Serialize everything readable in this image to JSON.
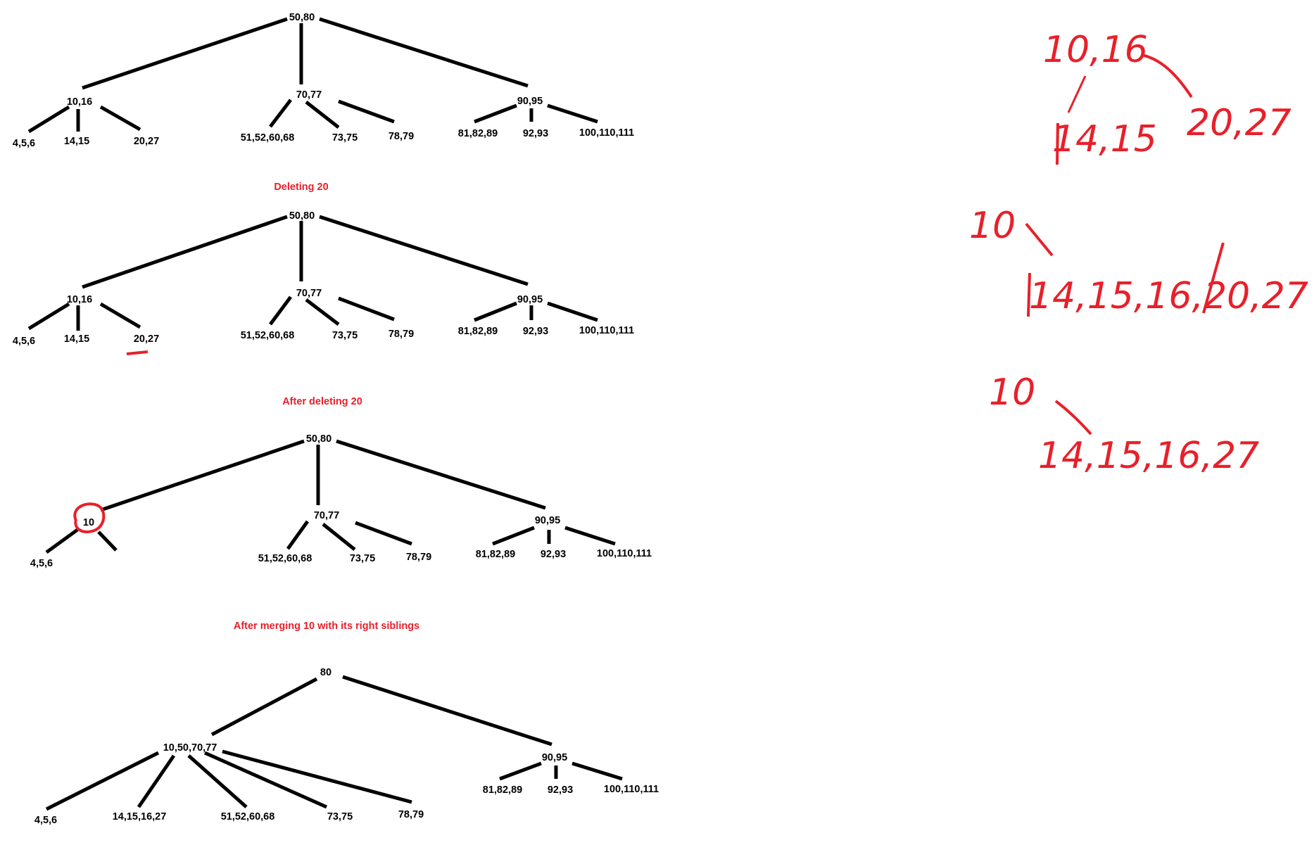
{
  "colors": {
    "edge": "#000000",
    "label": "#000000",
    "caption": "#e8202a",
    "annotation": "#e8202a"
  },
  "trees": [
    {
      "nodes": [
        "50,80",
        "10,16",
        "70,77",
        "90,95",
        "4,5,6",
        "14,15",
        "20,27",
        "51,52,60,68",
        "73,75",
        "78,79",
        "81,82,89",
        "92,93",
        "100,110,111"
      ]
    },
    {
      "caption": "Deleting 20",
      "nodes": [
        "50,80",
        "10,16",
        "70,77",
        "90,95",
        "4,5,6",
        "14,15",
        "20,27",
        "51,52,60,68",
        "73,75",
        "78,79",
        "81,82,89",
        "92,93",
        "100,110,111"
      ]
    },
    {
      "caption": "After deleting 20",
      "nodes": [
        "50,80",
        "10",
        "70,77",
        "90,95",
        "4,5,6",
        "51,52,60,68",
        "73,75",
        "78,79",
        "81,82,89",
        "92,93",
        "100,110,111"
      ]
    },
    {
      "caption": "After merging 10 with its right siblings",
      "nodes": [
        "80",
        "10,50,70,77",
        "90,95",
        "4,5,6",
        "14,15,16,27",
        "51,52,60,68",
        "73,75",
        "78,79",
        "81,82,89",
        "92,93",
        "100,110,111"
      ]
    }
  ],
  "annotations": {
    "step1": {
      "parent": "10,16",
      "left": "14,15",
      "right": "20,27"
    },
    "step2": {
      "parent": "10",
      "child": "14,15,16,20,27"
    },
    "step3": {
      "parent": "10",
      "child": "14,15,16,27"
    }
  }
}
